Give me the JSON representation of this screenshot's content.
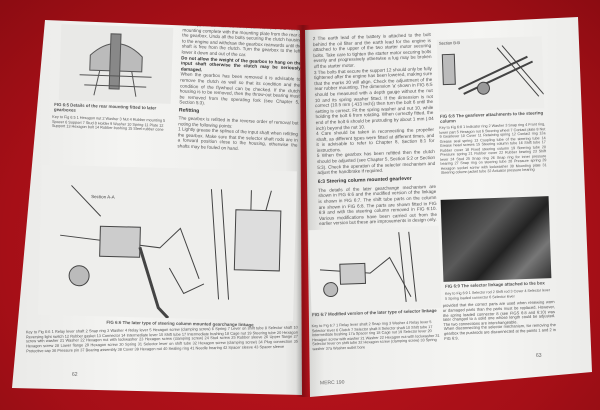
{
  "left_page": {
    "body_top": "the support 12 can be removed. Remove the rubber mounting complete with the mounting plate from the rear of the gearbox. Undo all the bolts securing the clutch housing to the engine and withdraw the gearbox rearwards until the shaft is free from the clutch. Turn the gearbox to the left, lower it down and out of the car.",
    "warning": "Do not allow the weight of the gearbox to hang on the input shaft otherwise the clutch may be seriously damaged.",
    "body_2": "When the gearbox has been removed it is advisable to remove the clutch as well so that its condition and the condition of the flywheel can be checked. If the clutch housing is to be removed, then the throw-out bearing must be removed from the operating fork (see Chapter 5, Section 5:3).",
    "refitting_heading": "Refitting",
    "refitting_text": "The gearbox is refitted in the reverse order of removal but noting the following points:",
    "refitting_point_1": "1 Lightly grease the splines of the input shaft when refitting the gearbox. Make sure that the selector shaft rods are in a forward position close to the housing, otherwise the shafts may be fouled on hand.",
    "fig65_caption": "FIG 6:5 Details of the rear mounting fitted to later gearboxes",
    "fig65_key": "Key to Fig 6:5  1 Hexagon nut  2 Washer  3 Nut  4 Rubber mounting  5 Spacer  6 Support  7 Stud  8 Holder  9 Washer  10 Spring  11 Plate  12 Support  13 Hexagon bolt  14 Rubber bushing  15 Steel-rubber cone",
    "fig66_section": "Section A-A",
    "fig66_caption": "FIG 6:6 The later type of steering column mounted gearchange linkage",
    "fig66_key": "Key to Fig 6:6  1 Relay lever shaft  2 Snap ring  3 Washer  4 Relay lever  5 Hexagon screw (clamping screw)  6 Spring  7 Lever on shift tube  8 Selector shaft  10 Reversing light switch  12 Rubber gasket  13 Connector  14 Intermediate lever  15 Shift tube  17 Intermediate bushing  18 Cage nut  19 Steering tube  20 Hexagon screw with washer  21 Washer  22 Hexagon nut with lockwasher  23 Hexagon screw (clamping screw)  24 Stud screw  25 Rubber sleeve  26 Upper flange  27 Hexagon screw  28 Lower flange  29 Hexagon screw  30 Spring  31 Selector lever on shift tube  32 Hexagon screw (clamping screw)  34 Plug connection  35 Protective cap  36 Pressure pin  37 Bearing assembly  38 Cover  39 Hexagon nut  40 Sealing ring  41 Needle bearing  42 Spacer sleeve  43 Spacer sleeve",
    "page_number": "62"
  },
  "right_page": {
    "point_2": "2 The earth lead of the battery is attached to the bolt behind the oil filter and the earth lead for the engine is attached to the upper of the two starter motor securing bolts. Take care to tighten the starter motor securing bolts evenly and progressively otherwise a lug may be broken off the starter motor.",
    "point_3": "3 The bolts that secure the support 12 should only be fully tightened after the engine has been lowered, making sure that the marks 20 will align. Check the adjustment of the rear rubber mounting. The dimension 'a' shown in FIG 6:5 should be measured with a depth gauge without the nut 10 and its spring washer fitted. If the dimension is not correct (10.5 mm (.413 inch)) then turn the bolt 6 until the setting is correct. Fit the spring washer and nut 10, while holding the bolt 6 from rotating. When correctly fitted, the end of the bolt 6 should be protruding by about 1 mm (.04 inch) beyond the nut 10.",
    "point_4": "4 Care should be taken in reconnecting the propeller shaft, as different types were fitted at different times, and it is advisable to refer to Chapter 8, Section 8:1 for instructions.",
    "point_5": "5 When the gearbox has been refitted then the clutch should be adjusted (see Chapter 5, Section 5:2 or Section 5:3). Check the operation of the selector mechanism and adjust the handbrake if required.",
    "section_heading": "6:3 Steering column mounted gearlever",
    "section_text": "The details of the later gearchange mechanism are shown in FIG 6:6 and the modified version of the linkage is shown in FIG 6:7. The shift tube parts on the column are shown in FIG 6:8. The parts are shown fitted in FIG 6:9 and with the steering column removed in FIG 6:10. Various modifications have been carried out from the earlier version but these are improvements in design only.",
    "fig67_caption": "FIG 6:7 Modified version of the later type of selector linkage",
    "fig67_key": "Key to Fig 6:7  1 Relay lever shaft  2 Snap ring  3 Washer  4 Relay lever  5 Selector lever  6 Clutch  7 Selector shaft  8 Selector shaft  10 Shift tube  17 Intermediate bushing  17a Spacer ring  18 Cage nut  19 Selector lever  20 Hexagon screw with washer  21 Washer  22 Hexagon nut with lockwasher  31 Selector lever on shift tube  32 Hexagon screw (clamping screw)  33 Spring washer  37a Washer outlet bore",
    "fig68_section": "Section B-B",
    "fig68_caption": "FIG 6:8 The gearlever attachments to the steering column",
    "fig68_key": "Key to Fig 6:8  1 Indicator ring  2 Washer  3 Snap ring  4 Front ring, lower part  5 Hexagon nut  6 Steering wheel  7 Contact plate  8 Nut  9 Gearlever  10 Cover  11 Retaining spring  12 Contact ring  12a Grease seal spring  13 Coupling tube of the steering tube  14 Grease head screws  15 Steering column tube  16 Shift tube  17 Rubber cover  18 Fixed steering column  19 Steering tube  20 Pressure spring  21 Rubber cover  22 Rubber bearing  23 Shift lever  24 Stud  25 Snap ring  26 Snap ring for inner pressure bearing  27 Snap ring on steering tube  28 Pressure spring  29 Hexagon socket screw with lockwasher  30 Mounting plate  31 Steering column jacket tube  32 Actuator pressure bearing",
    "fig69_caption": "FIG 6:9 The selector linkage attached to the box",
    "fig69_key": "Key to Fig 6:9  1 Selector rod  2 Shift rod  3 Cover  4 Selector lever  5 Spring loaded connector  6 Selector lever",
    "col2_text": "provided that the correct parts are used when renewing worn or damaged parts than the parts must be replaced. However, the spring loaded connector 8 (see FIGS 6:8 and 6:10) was later changed to a solid one whose length could be adjusted. The two connections are interchangeable.",
    "col2_text_2": "When disconnecting the selector mechanism, for removing the gearbox the pushrods are disconnected at the points 1 and 2 in FIG 6:9.",
    "footer_left": "MERC 190",
    "page_number": "63"
  }
}
